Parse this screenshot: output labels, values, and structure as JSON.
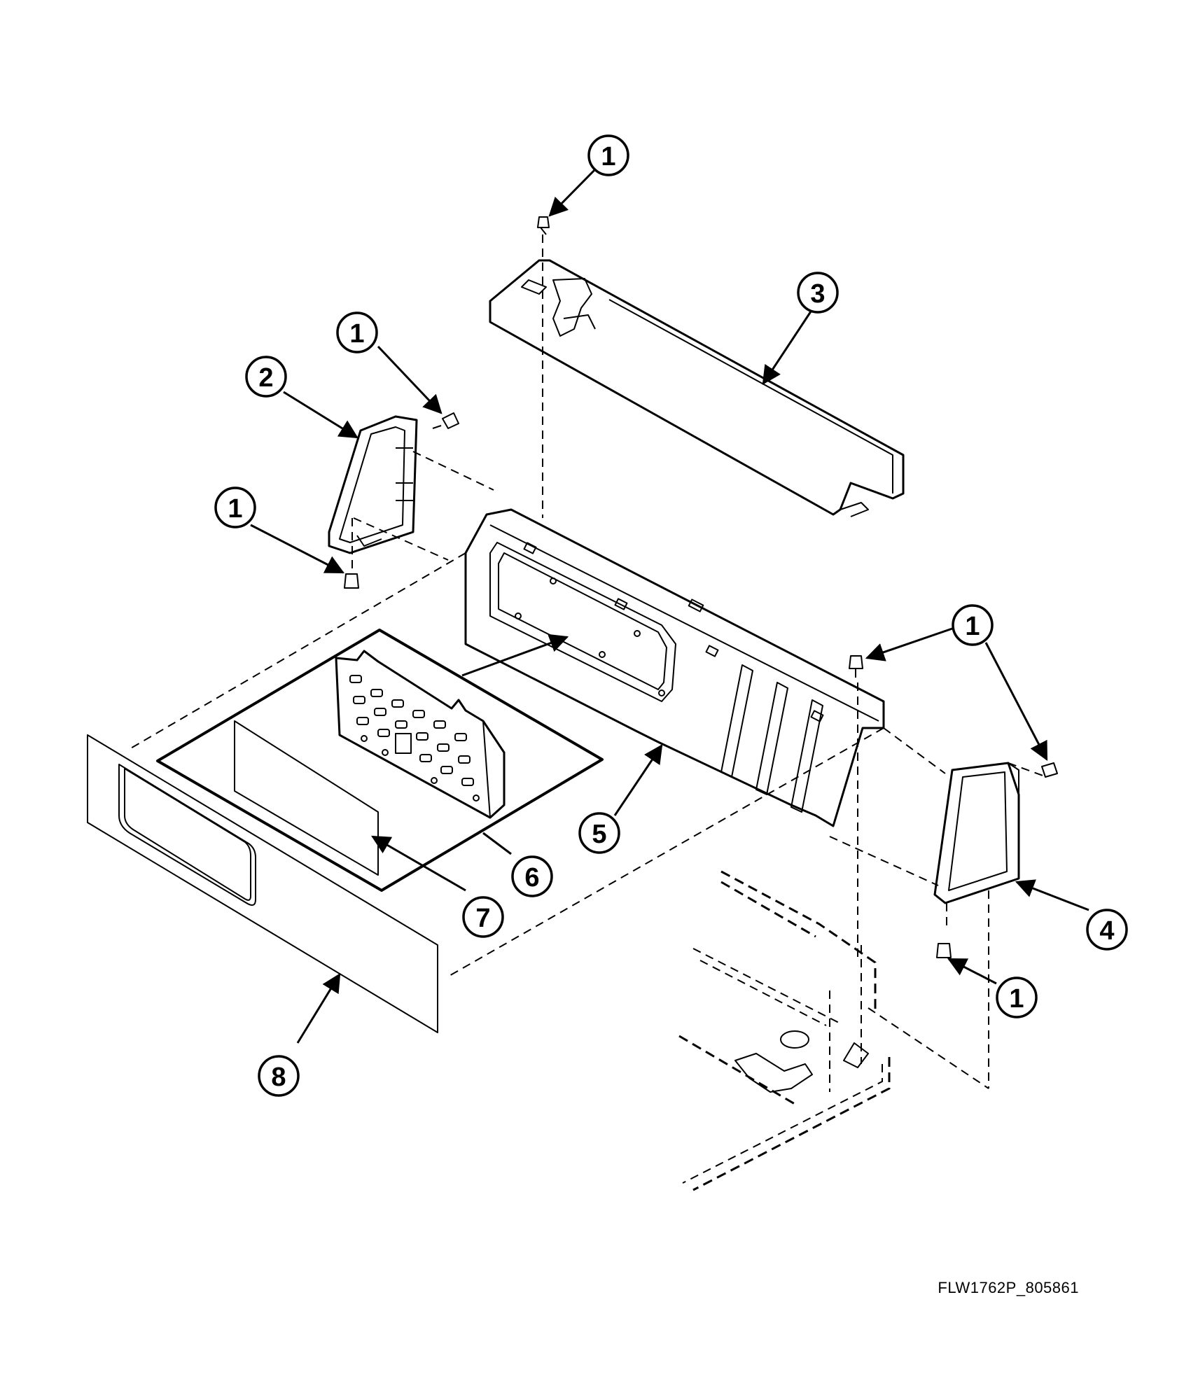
{
  "diagram": {
    "drawing_number": "FLW1762P_805861",
    "callouts": [
      {
        "id": "c1a",
        "label": "1"
      },
      {
        "id": "c3",
        "label": "3"
      },
      {
        "id": "c1b",
        "label": "1"
      },
      {
        "id": "c2",
        "label": "2"
      },
      {
        "id": "c1c",
        "label": "1"
      },
      {
        "id": "c1d",
        "label": "1"
      },
      {
        "id": "c5",
        "label": "5"
      },
      {
        "id": "c6",
        "label": "6"
      },
      {
        "id": "c7",
        "label": "7"
      },
      {
        "id": "c4",
        "label": "4"
      },
      {
        "id": "c1e",
        "label": "1"
      },
      {
        "id": "c8",
        "label": "8"
      }
    ]
  }
}
